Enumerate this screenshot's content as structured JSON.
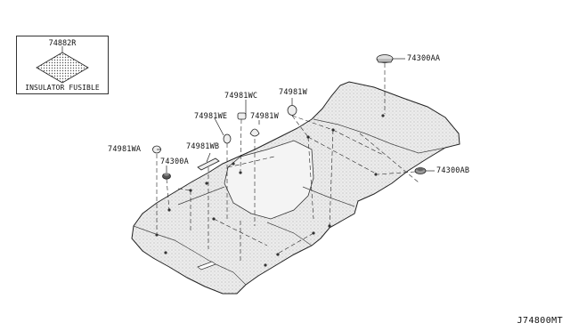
{
  "diagram_id": "J74800MT",
  "inset": {
    "part_number": "74882R",
    "caption": "INSULATOR FUSIBLE"
  },
  "callouts": [
    {
      "id": "74300AA",
      "text": "74300AA"
    },
    {
      "id": "74981W_top",
      "text": "74981W"
    },
    {
      "id": "74981WC",
      "text": "74981WC"
    },
    {
      "id": "74981WE",
      "text": "74981WE"
    },
    {
      "id": "74981W_mid",
      "text": "74981W"
    },
    {
      "id": "74981WB",
      "text": "74981WB"
    },
    {
      "id": "74981WA",
      "text": "74981WA"
    },
    {
      "id": "74300A",
      "text": "74300A"
    },
    {
      "id": "74300AB",
      "text": "74300AB"
    }
  ],
  "colors": {
    "line": "#222222",
    "carpet_fill": "#e9e9e9",
    "carpet_texture": "#9a9a9a",
    "inset_pattern": "#555555"
  }
}
